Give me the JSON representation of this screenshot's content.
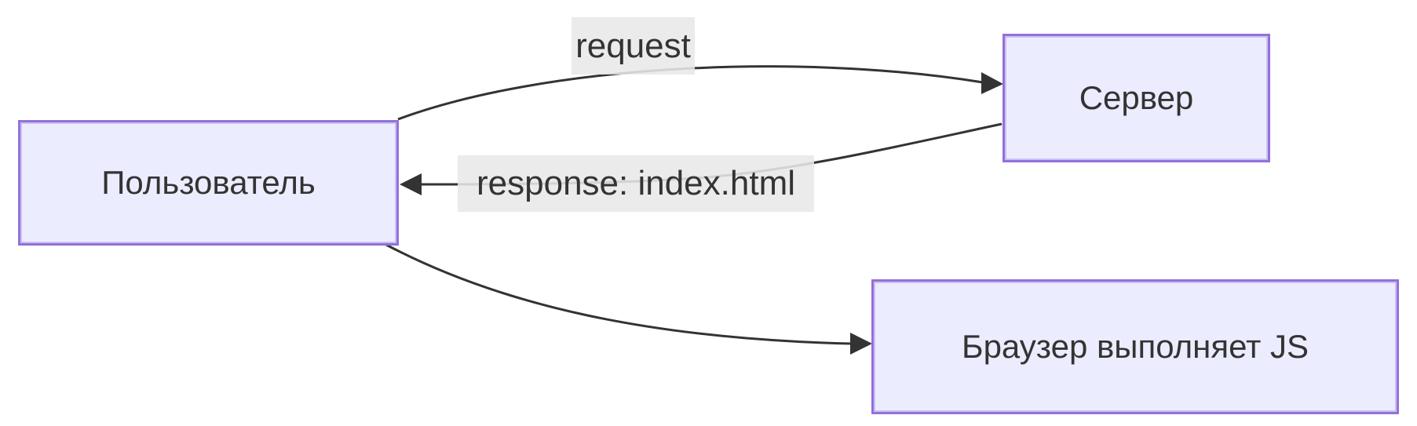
{
  "diagram": {
    "type": "flowchart",
    "direction": "left-to-right",
    "background_color": "#ffffff",
    "nodes": [
      {
        "id": "user",
        "label": "Пользователь",
        "shape": "rectangle"
      },
      {
        "id": "server",
        "label": "Сервер",
        "shape": "rectangle"
      },
      {
        "id": "browser",
        "label": "Браузер выполняет JS",
        "shape": "rectangle"
      }
    ],
    "edges": [
      {
        "from": "user",
        "to": "server",
        "label": "request",
        "arrow": "filled-triangle"
      },
      {
        "from": "server",
        "to": "user",
        "label": "response: index.html",
        "arrow": "filled-triangle"
      },
      {
        "from": "user",
        "to": "browser",
        "label": "",
        "arrow": "filled-triangle"
      }
    ],
    "colors": {
      "node_fill": "#ECECFF",
      "node_border": "#9370DB",
      "edge_stroke": "#333333",
      "text": "#333333",
      "edge_label_bg": "#e8e8e8"
    }
  }
}
